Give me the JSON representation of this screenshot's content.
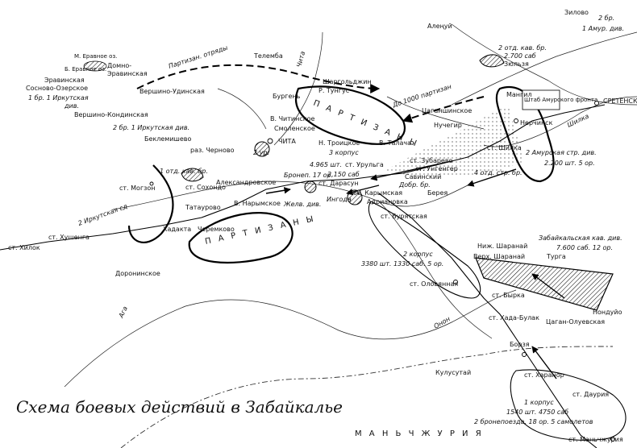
{
  "title": "Схема боевых действий в Забайкалье",
  "country_label": "М А Н Ь Ч Ж У Р И Я",
  "rivers": [
    {
      "id": "shilka",
      "label": "Шилка"
    },
    {
      "id": "onon",
      "label": "Онон"
    },
    {
      "id": "ingoda",
      "label": "Ингода"
    },
    {
      "id": "chita",
      "label": "Чита"
    },
    {
      "id": "aga",
      "label": "Ага"
    }
  ],
  "places": [
    {
      "id": "zilovo",
      "label": "Зилово"
    },
    {
      "id": "alenuy",
      "label": "Алеңуй"
    },
    {
      "id": "telemba",
      "label": "Телемба"
    },
    {
      "id": "shargoldzhin",
      "label": "Шаргольджин"
    },
    {
      "id": "r_tungus",
      "label": "Р. Тунгус"
    },
    {
      "id": "burgen",
      "label": "Бургень"
    },
    {
      "id": "m_eravnoe",
      "label": "М. Еравное оз."
    },
    {
      "id": "b_eravnoe",
      "label": "Б. Еравное оз."
    },
    {
      "id": "domno",
      "label": "Домно-"
    },
    {
      "id": "eravninskaya2",
      "label": "Эравинская"
    },
    {
      "id": "eravninskaya",
      "label": "Эравинская"
    },
    {
      "id": "sosnovo",
      "label": "Сосново-Озерское"
    },
    {
      "id": "vershino_udinskaya",
      "label": "Вершино-Удинская"
    },
    {
      "id": "vershino_kondinskaya",
      "label": "Вершино-Кондинская"
    },
    {
      "id": "beklemishevo",
      "label": "Беклемишево"
    },
    {
      "id": "raz_chernovo",
      "label": "раз. Черново"
    },
    {
      "id": "chita",
      "label": "ЧИТА"
    },
    {
      "id": "v_chitinskoe",
      "label": "В. Читинское"
    },
    {
      "id": "smolenskoe",
      "label": "Смоленское"
    },
    {
      "id": "n_troitskoe",
      "label": "Н. Троицкое"
    },
    {
      "id": "v_talacha",
      "label": "В. Талача"
    },
    {
      "id": "tsagan_olevskoe",
      "label": "Цаганшинское"
    },
    {
      "id": "nuchegir",
      "label": "Нучегир"
    },
    {
      "id": "mangil",
      "label": "Мангил"
    },
    {
      "id": "nerchinsk",
      "label": "Нерчинск"
    },
    {
      "id": "sretensk",
      "label": "СРЕТЕНСК"
    },
    {
      "id": "st_shilka",
      "label": "ст. Шилка"
    },
    {
      "id": "st_zubarevo",
      "label": "ст. Зубарево"
    },
    {
      "id": "st_unenger",
      "label": "ст. Унгенгер"
    },
    {
      "id": "st_savinskiy",
      "label": "Савинский"
    },
    {
      "id": "dobr_br",
      "label": "Добр. бр."
    },
    {
      "id": "bereya",
      "label": "Берея"
    },
    {
      "id": "st_urulga",
      "label": "ст. Урульга"
    },
    {
      "id": "st_tarasun",
      "label": "ст. Дарасун"
    },
    {
      "id": "st_karymskaya",
      "label": "ст. Карымская"
    },
    {
      "id": "adrianovka",
      "label": "Адриановка"
    },
    {
      "id": "st_buryatskaya",
      "label": "ст. Бурятская"
    },
    {
      "id": "aleksandrovskoe",
      "label": "Александровское"
    },
    {
      "id": "sokhondo",
      "label": "ст. Сохондо"
    },
    {
      "id": "st_mogzon",
      "label": "ст. Могзон"
    },
    {
      "id": "tataurovo",
      "label": "Татаурово"
    },
    {
      "id": "v_narymskoe",
      "label": "В. Нарымское"
    },
    {
      "id": "khadakta",
      "label": "Хадакта"
    },
    {
      "id": "cheremkovo",
      "label": "Черемково"
    },
    {
      "id": "st_khushenga",
      "label": "ст. Хушенга"
    },
    {
      "id": "st_khilok",
      "label": "ст. Хилок"
    },
    {
      "id": "doroninskoe",
      "label": "Доронинское"
    },
    {
      "id": "nizh_sharanai",
      "label": "Ниж. Шаранай"
    },
    {
      "id": "verkh_sharanai",
      "label": "Верх. Шаранай"
    },
    {
      "id": "turga",
      "label": "Турга"
    },
    {
      "id": "st_olovyannaya",
      "label": "ст. Оловянная"
    },
    {
      "id": "st_byrka",
      "label": "ст. Бырка"
    },
    {
      "id": "st_khada_bulak",
      "label": "ст. Хада-Булак"
    },
    {
      "id": "nonduyo",
      "label": "Нондуйо"
    },
    {
      "id": "tsagan_oluevskaya",
      "label": "Цаган-Олуевская"
    },
    {
      "id": "borzya",
      "label": "Борзя"
    },
    {
      "id": "kulusutai",
      "label": "Кулусутай"
    },
    {
      "id": "st_kharanor",
      "label": "ст. Харанор"
    },
    {
      "id": "st_dauriya",
      "label": "ст. Даурия"
    },
    {
      "id": "st_manchzhuriya",
      "label": "ст. Маньчжурия"
    }
  ],
  "units": [
    {
      "id": "amur_2br",
      "label": "2 бр."
    },
    {
      "id": "amur_div1",
      "label": "1 Амур. див."
    },
    {
      "id": "amur_kav",
      "label": "2 отд. кав. бр."
    },
    {
      "id": "amur_kav_sab",
      "label": "2.700 саб"
    },
    {
      "id": "zyulzya",
      "label": "Зюльзя"
    },
    {
      "id": "partisan_detachments",
      "label": "Партизан. отряды"
    },
    {
      "id": "irk_1br",
      "label": "1 бр. 1 Иркутская"
    },
    {
      "id": "irk_1br_div",
      "label": "див."
    },
    {
      "id": "irk_2br",
      "label": "2 бр. 1 Иркутская див."
    },
    {
      "id": "partisans_north",
      "label": "П А Р Т И З А Н Ы"
    },
    {
      "id": "partisans_1000",
      "label": "До 1000 партизан"
    },
    {
      "id": "shtab",
      "label": "Штаб Амурского фронта"
    },
    {
      "id": "amur_str",
      "label": "2 Амурская стр. див."
    },
    {
      "id": "amur_str_sab",
      "label": "2.200 шт. 5 ор."
    },
    {
      "id": "otd_str",
      "label": "4 отд. стр. бр."
    },
    {
      "id": "korpus3",
      "label": "3 корпус"
    },
    {
      "id": "korpus3_sab",
      "label": "4.965 шт."
    },
    {
      "id": "korpus3_sab2",
      "label": "2.150 саб"
    },
    {
      "id": "bronepoezd",
      "label": "Бронеп. 17 ор."
    },
    {
      "id": "zhel_div",
      "label": "Желв. див."
    },
    {
      "id": "irk_otd_kav",
      "label": "1 отд. кав. бр."
    },
    {
      "id": "irk_sd2",
      "label": "2 Иркутская сд"
    },
    {
      "id": "partisans_south",
      "label": "П А Р Т И З А Н Ы"
    },
    {
      "id": "korpus2",
      "label": "2 корпус"
    },
    {
      "id": "korpus2_sab",
      "label": "3380 шт. 1330 саб. 5 ор."
    },
    {
      "id": "zab_kav",
      "label": "Забайкальская кав. див."
    },
    {
      "id": "zab_kav_sab",
      "label": "7.600 саб. 12 ор."
    },
    {
      "id": "korpus1",
      "label": "1 корпус"
    },
    {
      "id": "korpus1_sab",
      "label": "1540 шт. 4750 саб"
    },
    {
      "id": "bronepoezd2",
      "label": "2 бронепоезда, 18 ор. 5 самолетов"
    },
    {
      "id": "chita_2yr",
      "label": "2 ур."
    }
  ],
  "colors": {
    "ink": "#000000",
    "paper": "#ffffff"
  }
}
